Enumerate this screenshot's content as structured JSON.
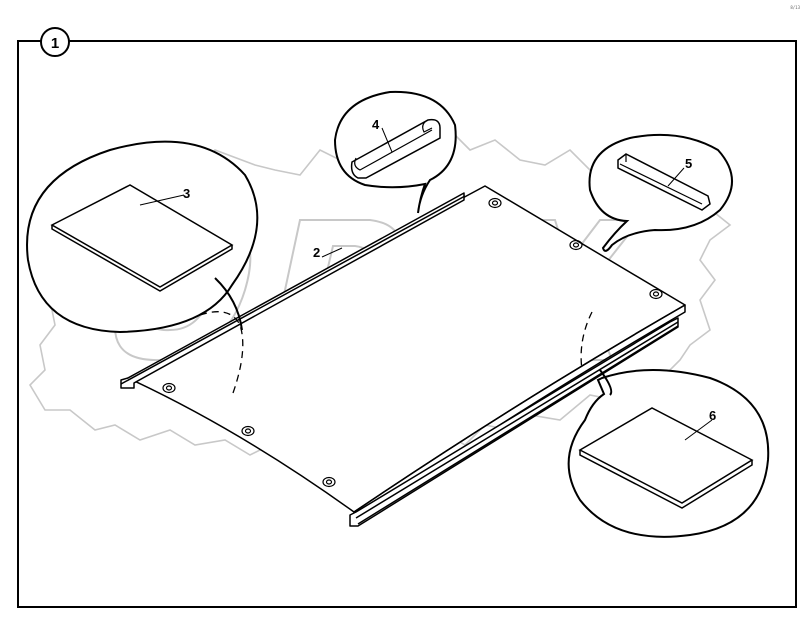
{
  "figure": {
    "number": "1",
    "code": "8/13"
  },
  "watermark": {
    "text": "OPEX"
  },
  "callouts": [
    {
      "id": "3",
      "label": "3"
    },
    {
      "id": "4",
      "label": "4"
    },
    {
      "id": "2",
      "label": "2"
    },
    {
      "id": "5",
      "label": "5"
    },
    {
      "id": "6",
      "label": "6"
    }
  ],
  "colors": {
    "line": "#000000",
    "watermark": "#c8c8c8",
    "background": "#ffffff"
  }
}
